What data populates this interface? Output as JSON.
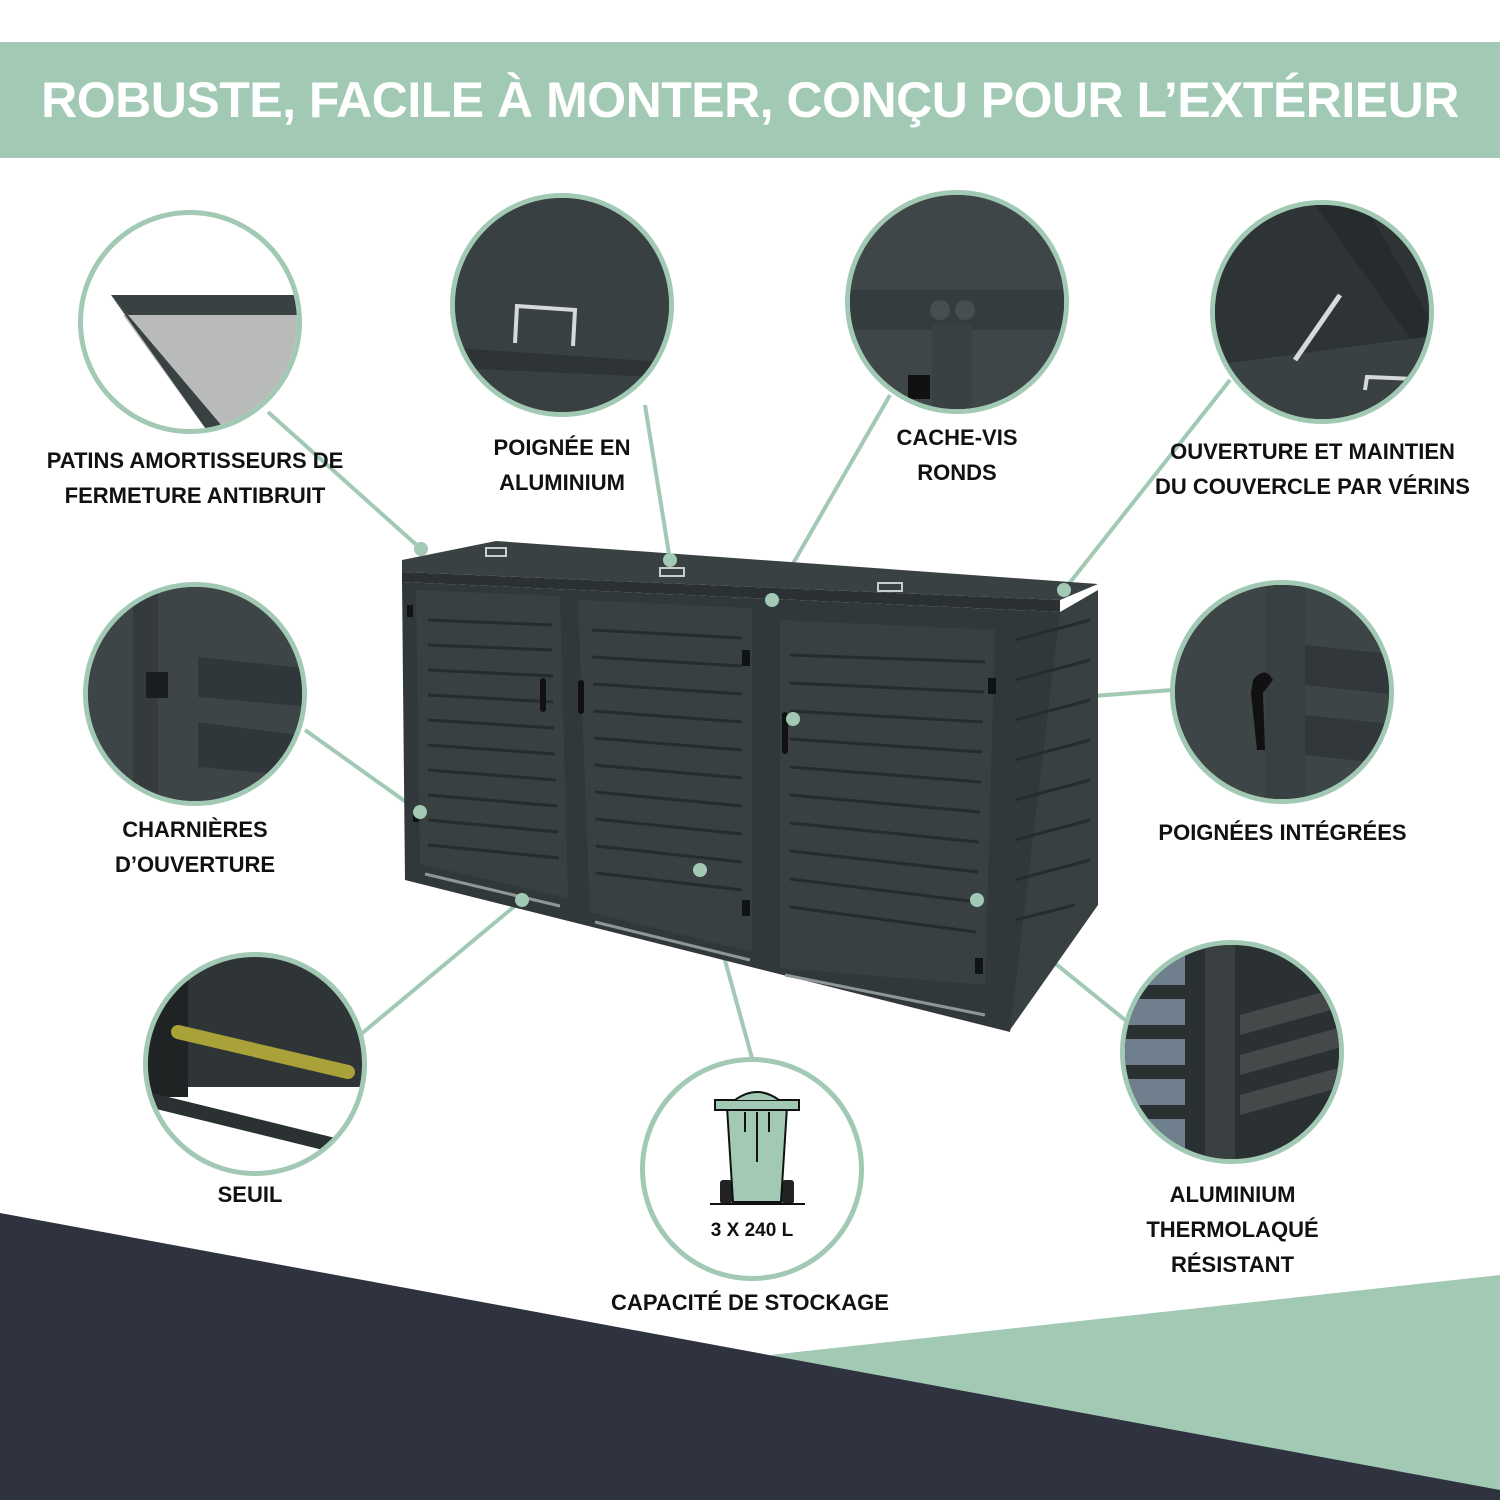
{
  "banner": {
    "title": "ROBUSTE, FACILE À MONTER, CONÇU POUR L’EXTÉRIEUR",
    "background": "#a1c9b4",
    "text_color": "#ffffff"
  },
  "colors": {
    "accent_green": "#a1c9b4",
    "dark_navy": "#2f3340",
    "product_anthracite": "#3b4244",
    "label_text": "#111111"
  },
  "features": [
    {
      "id": "patins",
      "label_line1": "PATINS AMORTISSEURS DE",
      "label_line2": "FERMETURE ANTIBRUIT",
      "icon": "lid-frame-closeup"
    },
    {
      "id": "poignee-alu",
      "label_line1": "POIGNÉE EN",
      "label_line2": "ALUMINIUM",
      "icon": "lid-handle-closeup"
    },
    {
      "id": "cache-vis",
      "label_line1": "CACHE-VIS",
      "label_line2": "RONDS",
      "icon": "screw-cover-closeup"
    },
    {
      "id": "verins",
      "label_line1": "OUVERTURE ET MAINTIEN",
      "label_line2": "DU COUVERCLE PAR VÉRINS",
      "icon": "gas-strut-closeup"
    },
    {
      "id": "charnieres",
      "label_line1": "CHARNIÈRES",
      "label_line2": "D’OUVERTURE",
      "icon": "hinge-closeup"
    },
    {
      "id": "poignees-integrees",
      "label_line1": "POIGNÉES INTÉGRÉES",
      "label_line2": "",
      "icon": "door-handle-closeup"
    },
    {
      "id": "seuil",
      "label_line1": "SEUIL",
      "label_line2": "",
      "icon": "threshold-closeup"
    },
    {
      "id": "capacite",
      "label_line1": "CAPACITÉ DE STOCKAGE",
      "label_line2": "",
      "icon": "wheelie-bin-icon",
      "value": "3 X 240 L"
    },
    {
      "id": "aluminium",
      "label_line1": "ALUMINIUM",
      "label_line2": "THERMOLAQUÉ",
      "label_line3": "RÉSISTANT",
      "icon": "louvre-panel-closeup"
    }
  ],
  "product": {
    "name": "triple bin shelter",
    "doors": 3,
    "louvres_per_door": 11
  }
}
